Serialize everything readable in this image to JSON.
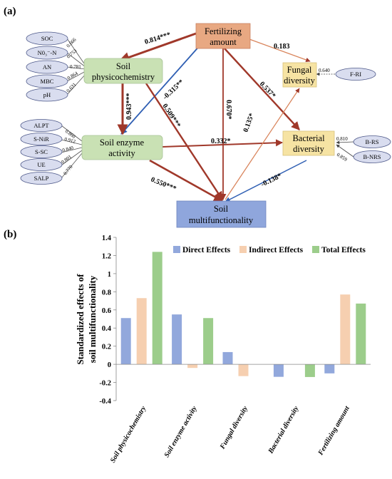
{
  "panel_a": {
    "label": "(a)",
    "boxes": {
      "fertilizing": [
        "Fertilizing",
        "amount"
      ],
      "physico": [
        "Soil",
        "physicochemistry"
      ],
      "enzyme": [
        "Soil enzyme",
        "activity"
      ],
      "fungal": [
        "Fungal",
        "diversity"
      ],
      "bacterial": [
        "Bacterial",
        "diversity"
      ],
      "multi": [
        "Soil",
        "multifunctionality"
      ]
    },
    "indicators_physico": [
      "SOC",
      "N0₃⁻-N",
      "AN",
      "MBC",
      "pH"
    ],
    "loadings_physico": [
      "0.666",
      "0.753",
      "0.781",
      "0.864",
      "0.631"
    ],
    "indicators_enzyme": [
      "ALPT",
      "S-NiR",
      "S-SC",
      "UE",
      "SALP"
    ],
    "loadings_enzyme": [
      "0.860",
      "0.912",
      "0.840",
      "0.801",
      "0.770"
    ],
    "indicator_fungal": "F-RI",
    "loading_fungal": "0.640",
    "indicators_bacterial": [
      "B-RS",
      "B-NRS"
    ],
    "loadings_bacterial": [
      "0.810",
      "0.859"
    ],
    "paths": {
      "fert_physico": "0.814***",
      "fert_fungal": "0.183",
      "fert_enzyme": "-0.315**",
      "fert_bacterial": "0.537*",
      "fert_multi": "0.670*",
      "physico_enzyme": "0.943***",
      "physico_multi": "0.509***",
      "enzyme_bacterial": "0.332*",
      "enzyme_multi": "0.550***",
      "multi_fungal": "0.135*",
      "bacterial_multi": "-0.138*"
    },
    "colors": {
      "positive": "#a0382a",
      "negative": "#2f5fb3",
      "fertilizing_fill": "#e8a882",
      "physico_fill": "#c9e1b4",
      "fungal_fill": "#f6e3a3",
      "multi_fill": "#8fa6dc",
      "ellipse_fill": "#d9ddef"
    }
  },
  "panel_b": {
    "label": "(b)",
    "chart_data": {
      "type": "bar",
      "ylabel": "Standardized effects of  soil multifunctionality",
      "ylim": [
        -0.4,
        1.4
      ],
      "yticks": [
        "1.4",
        "1.2",
        "1",
        "0.8",
        "0.6",
        "0.4",
        "0.2",
        "0",
        "-0.2",
        "-0.4"
      ],
      "categories": [
        "Soil physicochemistry",
        "Soil enzyme activity",
        "Fungal diversity",
        "Bacterial diversity",
        "Fertilizing amount"
      ],
      "series": [
        {
          "name": "Direct Effects",
          "color": "#92a8dc",
          "values": [
            0.51,
            0.55,
            0.135,
            -0.138,
            -0.1
          ]
        },
        {
          "name": "Indirect Effects",
          "color": "#f6cfb0",
          "values": [
            0.73,
            -0.04,
            -0.13,
            0,
            0.77
          ]
        },
        {
          "name": "Total Effects",
          "color": "#9ccd8b",
          "values": [
            1.24,
            0.51,
            0,
            -0.14,
            0.67
          ]
        }
      ],
      "legend_position": "top"
    }
  }
}
